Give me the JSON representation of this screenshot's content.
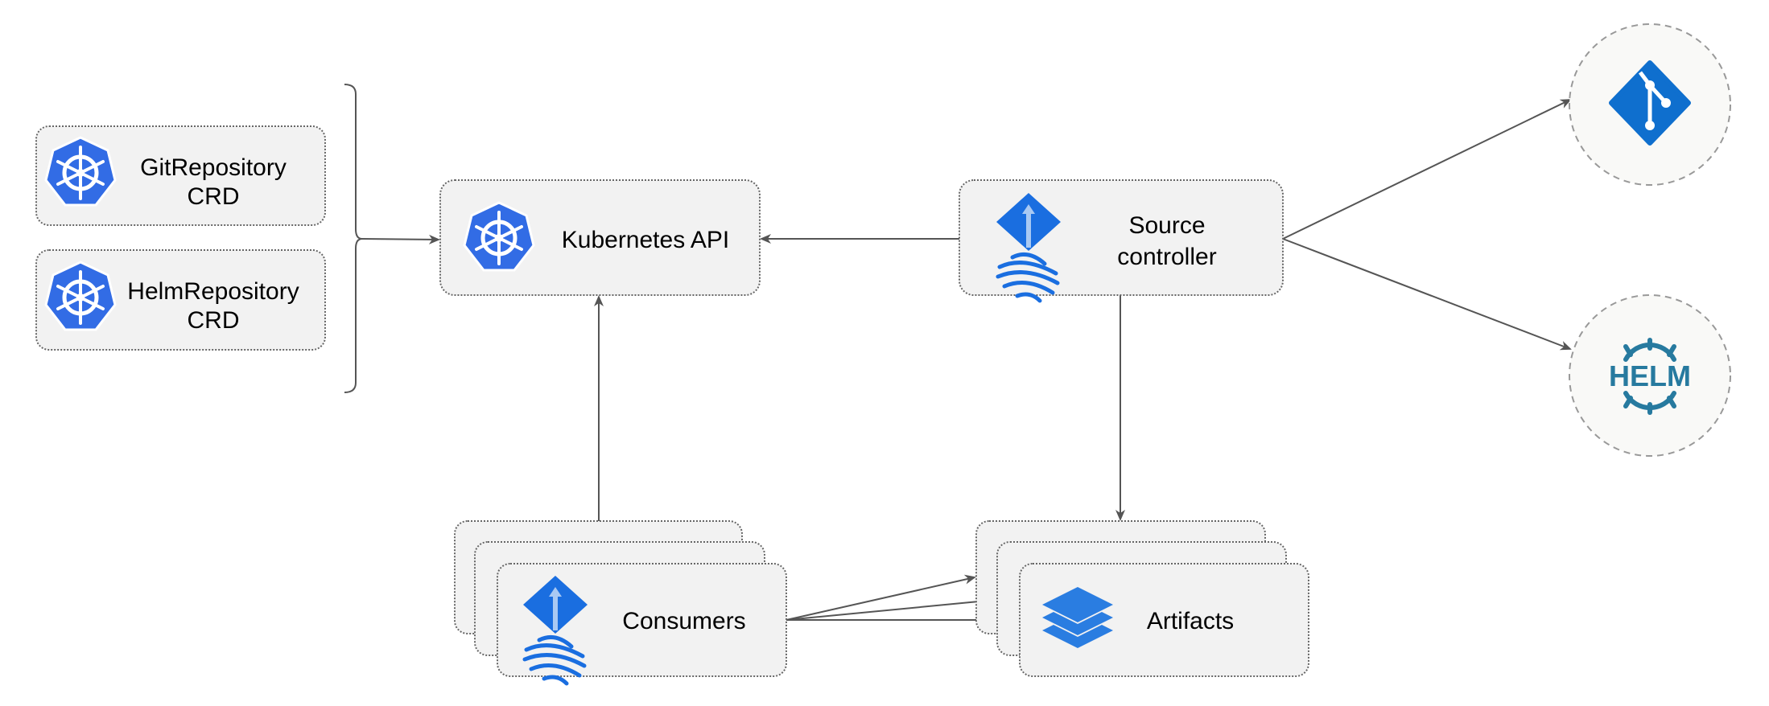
{
  "nodes": {
    "git_crd": {
      "line1": "GitRepository",
      "line2": "CRD",
      "icon": "kubernetes-icon"
    },
    "helm_crd": {
      "line1": "HelmRepository",
      "line2": "CRD",
      "icon": "kubernetes-icon"
    },
    "kubernetes_api": {
      "label": "Kubernetes API",
      "icon": "kubernetes-icon"
    },
    "source_controller": {
      "line1": "Source",
      "line2": "controller",
      "icon": "flux-icon"
    },
    "consumers": {
      "label": "Consumers",
      "icon": "flux-icon"
    },
    "artifacts": {
      "label": "Artifacts",
      "icon": "layers-icon"
    },
    "git": {
      "icon": "git-icon"
    },
    "helm": {
      "label": "HELM",
      "icon": "helm-icon"
    }
  },
  "colors": {
    "k8s_blue": "#326ce5",
    "git_blue": "#0f6fce",
    "helm_teal": "#277a9f",
    "node_fill": "#f2f2f2",
    "edge": "#555555"
  }
}
